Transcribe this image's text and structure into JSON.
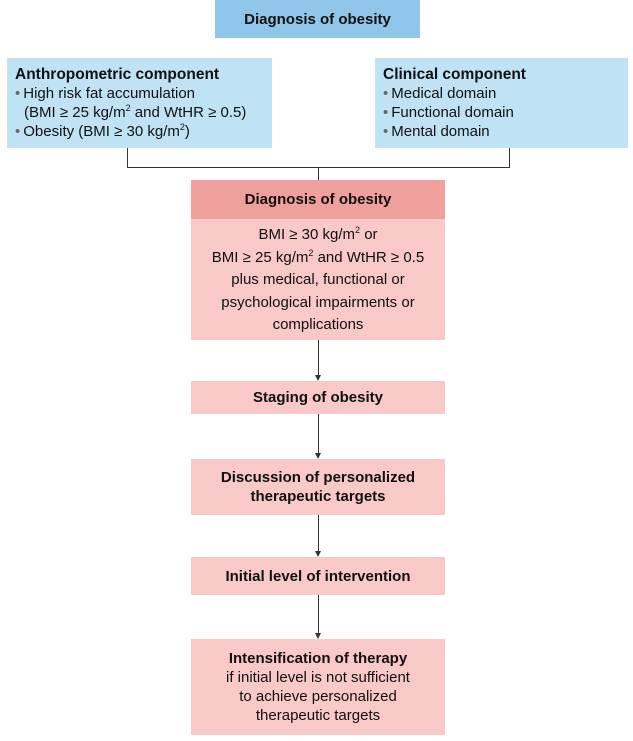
{
  "top_title": "Diagnosis of obesity",
  "anthropometric": {
    "title": "Anthropometric component",
    "item1_line1": "High risk fat accumulation",
    "item1_line2_a": "(BMI ≥ 25 kg/m",
    "item1_line2_sup": "2",
    "item1_line2_b": " and WtHR ≥ 0.5)",
    "item2_a": "Obesity (BMI ≥ 30 kg/m",
    "item2_sup": "2",
    "item2_b": ")"
  },
  "clinical": {
    "title": "Clinical component",
    "items": [
      "Medical domain",
      "Functional domain",
      "Mental domain"
    ]
  },
  "diagnosis_box": {
    "title": "Diagnosis of obesity",
    "line1_a": "BMI ≥ 30 kg/m",
    "line1_sup": "2",
    "line1_b": " or",
    "line2_a": "BMI ≥ 25 kg/m",
    "line2_sup": "2",
    "line2_b": " and WtHR ≥ 0.5",
    "line3": "plus medical, functional or",
    "line4": "psychological impairments or",
    "line5": "complications"
  },
  "staging": {
    "title": "Staging of obesity"
  },
  "discussion": {
    "line1": "Discussion of personalized",
    "line2": "therapeutic targets"
  },
  "initial": {
    "title": "Initial level of intervention"
  },
  "intensification": {
    "title": "Intensification of therapy",
    "line1": "if initial level is not sufficient",
    "line2": "to achieve personalized",
    "line3": "therapeutic targets"
  }
}
